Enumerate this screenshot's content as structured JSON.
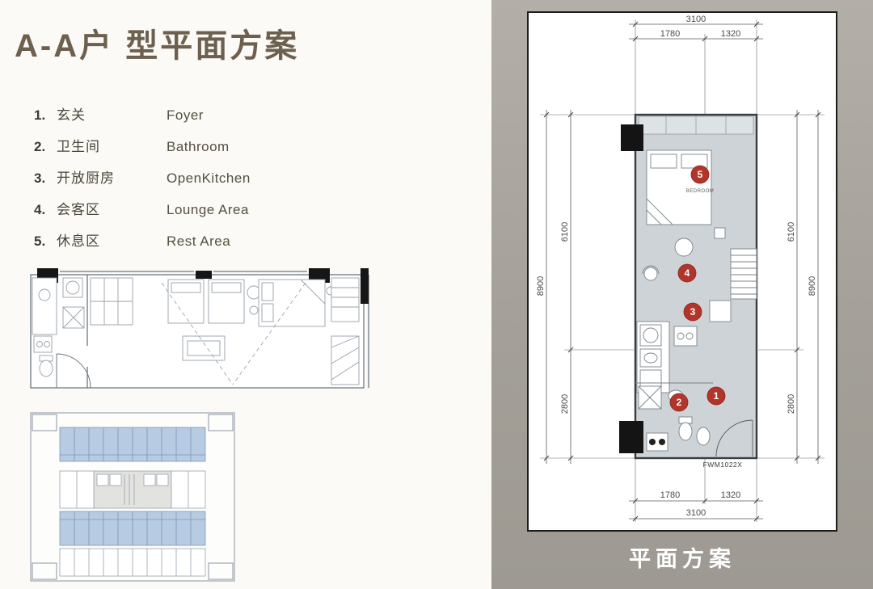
{
  "page": {
    "title": "A-A户 型平面方案",
    "caption": "平面方案"
  },
  "legend": {
    "items": [
      {
        "num": "1.",
        "zh": "玄关",
        "en": "Foyer"
      },
      {
        "num": "2.",
        "zh": "卫生间",
        "en": "Bathroom"
      },
      {
        "num": "3.",
        "zh": "开放厨房",
        "en": "OpenKitchen"
      },
      {
        "num": "4.",
        "zh": "会客区",
        "en": "Lounge Area"
      },
      {
        "num": "5.",
        "zh": "休息区",
        "en": "Rest Area"
      }
    ]
  },
  "plan": {
    "drawing_no": "FWM1022X",
    "room_label": "BEDROOM",
    "markers": [
      "1",
      "2",
      "3",
      "4",
      "5"
    ],
    "dims": {
      "top_total": "3100",
      "top_seg_left": "1780",
      "top_seg_right": "1320",
      "bottom_seg_left": "1780",
      "bottom_seg_right": "1320",
      "bottom_total": "3100",
      "left_outer": "8900",
      "left_upper": "6100",
      "left_lower": "2800",
      "right_upper": "6100",
      "right_lower": "2800",
      "right_outer": "8900"
    }
  },
  "colors": {
    "accent_red": "#b2352b",
    "title_brown": "#6e604e",
    "panel_gray": "#a8a49d",
    "unit_floor": "#ced3d7",
    "keyplan_blue": "#b7cbe2"
  }
}
